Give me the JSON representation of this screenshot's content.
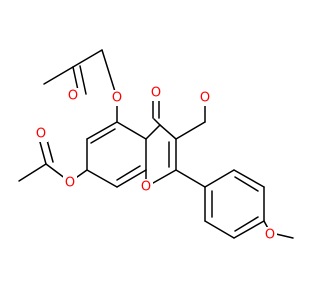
{
  "molecule": {
    "atom_labels": [
      "O",
      "O",
      "O",
      "O",
      "O",
      "O",
      "O",
      "O"
    ],
    "colors": {
      "bond": "#000000",
      "oxygen": "#ff0000",
      "background": "#ffffff"
    }
  }
}
